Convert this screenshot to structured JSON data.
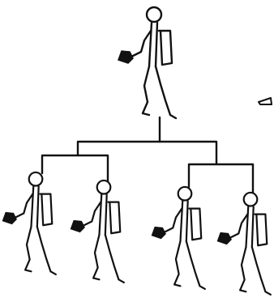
{
  "diagram": {
    "type": "hierarchy",
    "ink_color": "#111111",
    "background_color": "#ffffff",
    "nodes": [
      {
        "id": "top-figure",
        "icon": "stick-figure-carrying-bag",
        "level": 0
      },
      {
        "id": "child-figure-1",
        "icon": "stick-figure-carrying-bag",
        "level": 1,
        "parent": "top-figure"
      },
      {
        "id": "child-figure-2",
        "icon": "stick-figure-carrying-bag",
        "level": 1,
        "parent": "top-figure"
      },
      {
        "id": "child-figure-3",
        "icon": "stick-figure-carrying-bag",
        "level": 1,
        "parent": "top-figure"
      },
      {
        "id": "child-figure-4",
        "icon": "stick-figure-carrying-bag",
        "level": 1,
        "parent": "top-figure"
      }
    ]
  }
}
